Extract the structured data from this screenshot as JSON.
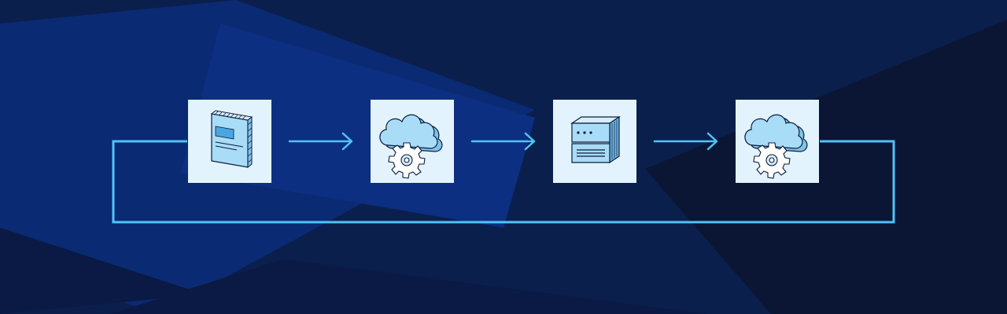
{
  "diagram": {
    "type": "flow-loop",
    "nodes": [
      {
        "id": "node-1",
        "icon": "browser-window-icon"
      },
      {
        "id": "node-2",
        "icon": "cloud-gear-icon"
      },
      {
        "id": "node-3",
        "icon": "server-rack-icon"
      },
      {
        "id": "node-4",
        "icon": "cloud-gear-icon"
      }
    ],
    "edges": [
      {
        "from": "node-1",
        "to": "node-2",
        "style": "arrow"
      },
      {
        "from": "node-2",
        "to": "node-3",
        "style": "arrow"
      },
      {
        "from": "node-3",
        "to": "node-4",
        "style": "arrow"
      },
      {
        "from": "node-4",
        "to": "node-1",
        "style": "loop-line"
      }
    ]
  },
  "colors": {
    "background": "#0b1f4d",
    "background_accent": "#0a2c7a",
    "connector": "#4fc3f7",
    "node_fill": "#e2f3fd",
    "icon_fill": "#a9dcf7",
    "icon_outline": "#0d1b3d"
  }
}
